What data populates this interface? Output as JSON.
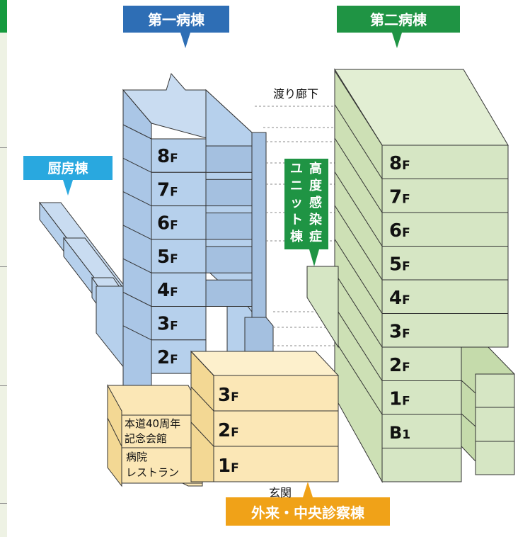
{
  "buildings": {
    "first": {
      "name": "第一病棟",
      "color": "#2e6eb5",
      "floors": [
        "8",
        "7",
        "6",
        "5",
        "4",
        "3",
        "2"
      ]
    },
    "second": {
      "name": "第二病棟",
      "color": "#1f9444",
      "floors": [
        "8",
        "7",
        "6",
        "5",
        "4",
        "3",
        "2",
        "1"
      ],
      "basement": "B1"
    },
    "kitchen": {
      "name": "厨房棟",
      "color": "#29a8df"
    },
    "outpatient": {
      "name": "外来・中央診察棟",
      "color": "#f0a218",
      "floors": [
        "3",
        "2",
        "1"
      ]
    },
    "infection_unit": {
      "name": "高度感染症ユニット棟",
      "lines": [
        "ユニット棟",
        "高度感染症"
      ],
      "color": "#1f9444"
    },
    "memorial_hall": {
      "line1": "本道40周年",
      "line2": "記念会館"
    },
    "restaurant": {
      "line1": "病院",
      "line2": "レストラン"
    }
  },
  "labels": {
    "corridor": "渡り廊下",
    "entrance": "玄関",
    "floor_suffix": "F"
  },
  "colors": {
    "first_front": "#b6d0ec",
    "first_side": "#a4c0e0",
    "second_front": "#d6e6c4",
    "second_side": "#c5dbab",
    "outpatient_front": "#fbe7b6",
    "outpatient_side": "#f3d894"
  }
}
